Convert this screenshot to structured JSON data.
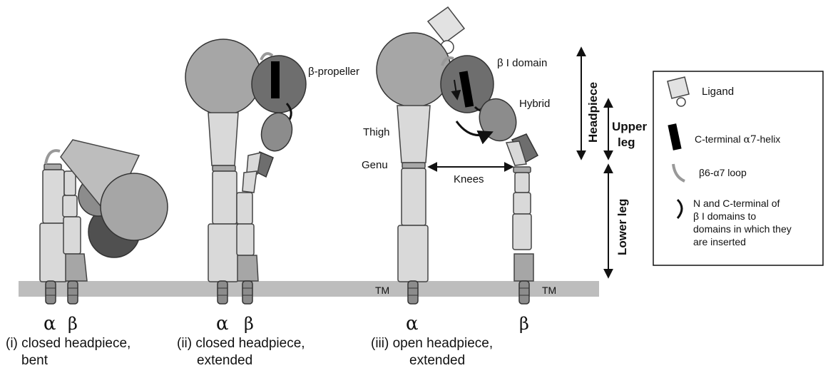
{
  "labels": {
    "alpha": "α",
    "beta": "β",
    "beta_propeller": "β-propeller",
    "beta_i_domain": "β I domain",
    "hybrid": "Hybrid",
    "thigh": "Thigh",
    "genu": "Genu",
    "knees": "Knees",
    "tm": "TM",
    "headpiece": "Headpiece",
    "upper_leg_1": "Upper",
    "upper_leg_2": "leg",
    "lower_leg": "Lower leg"
  },
  "captions": {
    "i_line1": "(i) closed headpiece,",
    "i_line2": "bent",
    "ii_line1": "(ii) closed headpiece,",
    "ii_line2": "extended",
    "iii_line1": "(iii) open headpiece,",
    "iii_line2": "extended"
  },
  "legend": {
    "ligand": "Ligand",
    "helix_prefix": "C-terminal ",
    "helix_alpha": "α7",
    "helix_suffix": "-helix",
    "loop": "β6-α7 loop",
    "nc_line1": "N and C-terminal of",
    "nc_line2": "β I domains to",
    "nc_line3": "domains in which they",
    "nc_line4": "are inserted"
  },
  "colors": {
    "light": "#d9d9d9",
    "medium": "#a6a6a6",
    "dark": "#6e6e6e",
    "darker": "#505050",
    "black": "#000000",
    "membrane": "#bdbdbd"
  }
}
